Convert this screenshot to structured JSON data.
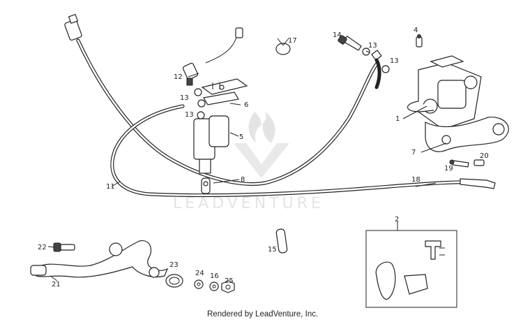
{
  "diagram": {
    "footer": "Rendered by LeadVenture, Inc.",
    "watermark": "LEADVENTURE",
    "callouts": [
      {
        "id": "1",
        "text": "1"
      },
      {
        "id": "2",
        "text": "2"
      },
      {
        "id": "4",
        "text": "4"
      },
      {
        "id": "5",
        "text": "5"
      },
      {
        "id": "6",
        "text": "6"
      },
      {
        "id": "7",
        "text": "7"
      },
      {
        "id": "8",
        "text": "8"
      },
      {
        "id": "11",
        "text": "11"
      },
      {
        "id": "12",
        "text": "12"
      },
      {
        "id": "13a",
        "text": "13"
      },
      {
        "id": "13b",
        "text": "13"
      },
      {
        "id": "13c",
        "text": "13"
      },
      {
        "id": "13d",
        "text": "13"
      },
      {
        "id": "14",
        "text": "14"
      },
      {
        "id": "15",
        "text": "15"
      },
      {
        "id": "16",
        "text": "16"
      },
      {
        "id": "17",
        "text": "17"
      },
      {
        "id": "18",
        "text": "18"
      },
      {
        "id": "19",
        "text": "19"
      },
      {
        "id": "20",
        "text": "20"
      },
      {
        "id": "21",
        "text": "21"
      },
      {
        "id": "22",
        "text": "22"
      },
      {
        "id": "23",
        "text": "23"
      },
      {
        "id": "24",
        "text": "24"
      },
      {
        "id": "25",
        "text": "25"
      }
    ]
  }
}
